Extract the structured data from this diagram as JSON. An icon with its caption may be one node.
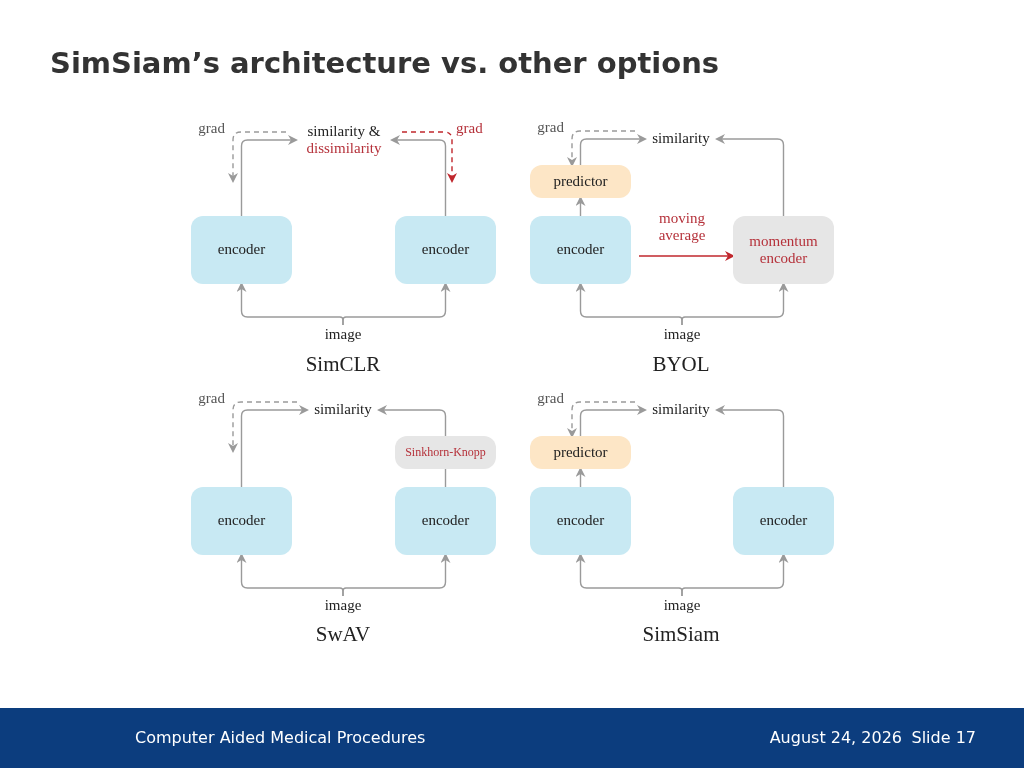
{
  "diagram": {
    "title": "SimSiam’s architecture vs. other options",
    "nodes": [
      {
        "text": [
          "encoder"
        ]
      },
      {
        "text": [
          "encoder"
        ]
      },
      {
        "text": [
          "similarity &",
          "dissimilarity"
        ]
      },
      {
        "text": [
          "image"
        ]
      },
      {
        "text": [
          "predictor"
        ]
      },
      {
        "text": [
          "encoder"
        ]
      },
      {
        "text": [
          "momentum encoder"
        ]
      },
      {
        "text": [
          "similarity"
        ]
      },
      {
        "text": [
          "image"
        ]
      },
      {
        "text": [
          "encoder"
        ]
      },
      {
        "text": [
          "Sinkhorn-Knopp"
        ]
      },
      {
        "text": [
          "encoder"
        ]
      },
      {
        "text": [
          "similarity"
        ]
      },
      {
        "text": [
          "image"
        ]
      },
      {
        "text": [
          "predictor"
        ]
      },
      {
        "text": [
          "encoder"
        ]
      },
      {
        "text": [
          "encoder"
        ]
      },
      {
        "text": [
          "similarity"
        ]
      },
      {
        "text": [
          "image"
        ]
      }
    ],
    "edges": [
      {
        "from": 3,
        "to": 0,
        "arrow": "to"
      },
      {
        "from": 3,
        "to": 1,
        "arrow": "to"
      },
      {
        "from": 0,
        "to": 2,
        "arrow": "to"
      },
      {
        "from": 1,
        "to": 2,
        "arrow": "to"
      },
      {
        "from": 2,
        "to": null,
        "arrow": "to",
        "label": "grad",
        "style": "dashed"
      },
      {
        "from": 2,
        "to": null,
        "arrow": "to",
        "label": "grad",
        "style": "dashed",
        "color": "#c0272d"
      },
      {
        "from": 8,
        "to": 5,
        "arrow": "to"
      },
      {
        "from": 8,
        "to": 6,
        "arrow": "to"
      },
      {
        "from": 5,
        "to": 4,
        "arrow": "to"
      },
      {
        "from": 4,
        "to": 7,
        "arrow": "to"
      },
      {
        "from": 6,
        "to": 7,
        "arrow": "to"
      },
      {
        "from": 5,
        "to": 6,
        "arrow": "to",
        "label": "moving average",
        "color": "#c0272d"
      },
      {
        "from": 7,
        "to": 4,
        "arrow": "to",
        "label": "grad",
        "style": "dashed"
      },
      {
        "from": 13,
        "to": 9,
        "arrow": "to"
      },
      {
        "from": 13,
        "to": 11,
        "arrow": "to"
      },
      {
        "from": 9,
        "to": 12,
        "arrow": "to"
      },
      {
        "from": 11,
        "to": 10,
        "arrow": "none"
      },
      {
        "from": 10,
        "to": 12,
        "arrow": "to"
      },
      {
        "from": 12,
        "to": null,
        "arrow": "to",
        "label": "grad",
        "style": "dashed"
      },
      {
        "from": 18,
        "to": 15,
        "arrow": "to"
      },
      {
        "from": 18,
        "to": 16,
        "arrow": "to"
      },
      {
        "from": 15,
        "to": 14,
        "arrow": "to"
      },
      {
        "from": 14,
        "to": 17,
        "arrow": "to"
      },
      {
        "from": 16,
        "to": 17,
        "arrow": "to"
      },
      {
        "from": 17,
        "to": 14,
        "arrow": "to",
        "label": "grad",
        "style": "dashed"
      }
    ],
    "labels": [
      "SimCLR",
      "BYOL",
      "SwAV",
      "SimSiam",
      "Computer Aided Medical Procedures",
      "August 24, 2026",
      "Slide 17"
    ]
  }
}
